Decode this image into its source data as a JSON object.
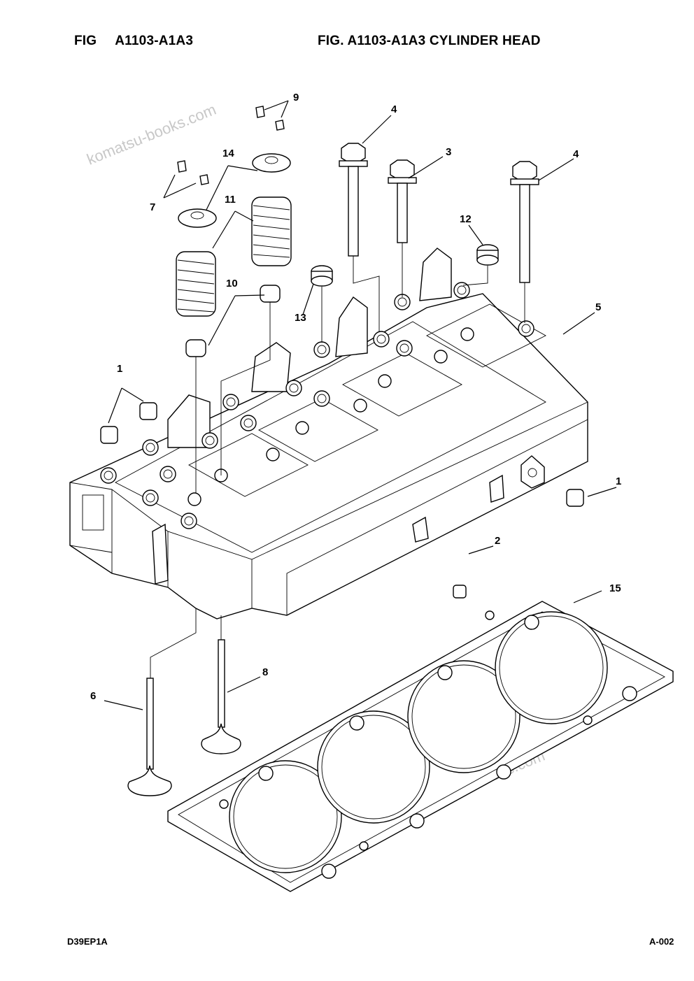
{
  "header": {
    "fig_label": "FIG",
    "fig_code": "A1103-A1A3",
    "title": "FIG. A1103-A1A3 CYLINDER HEAD"
  },
  "footer": {
    "doc_code": "D39EP1A",
    "page": "A-002"
  },
  "watermark": "komatsu-books.com",
  "callouts": [
    "1",
    "1",
    "2",
    "3",
    "4",
    "4",
    "5",
    "6",
    "7",
    "8",
    "9",
    "10",
    "11",
    "12",
    "13",
    "14",
    "15"
  ]
}
